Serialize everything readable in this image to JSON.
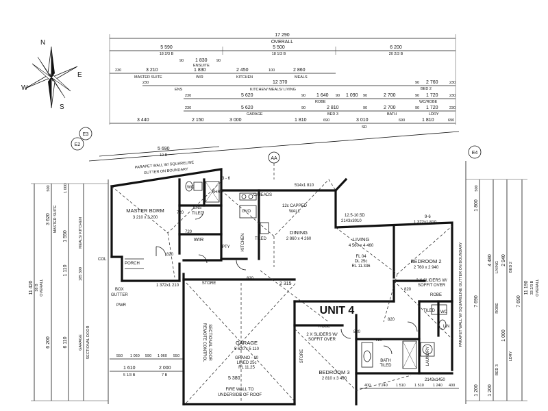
{
  "dimensions_top": {
    "total": "17 290",
    "overall": "OVERALL",
    "left_span": "5 590",
    "left_span_sub": "18 2/3 B",
    "mid_span": "5 500",
    "mid_span_sub": "18 1/3 B",
    "right_span": "6 200",
    "right_span_sub": "20 2/3 B",
    "row3": [
      "230",
      "3 210",
      "90",
      "1 830",
      "90",
      "2 450",
      "100",
      "2 860"
    ],
    "row3_labels": [
      "MASTER SUITE",
      "WIR",
      "ENSUITE",
      "KITCHEN",
      "MEALS"
    ],
    "row4_label": "KITCHEN/ MEALS/ LIVING",
    "row4_value": "12 370",
    "row4_right": [
      "90",
      "2 760",
      "230",
      "BED 2"
    ],
    "row5": [
      "230",
      "5 620",
      "90",
      "1 640",
      "90",
      "1 090",
      "90",
      "2 700",
      "90",
      "1 720",
      "230"
    ],
    "row5_labels": [
      "ENS",
      "ROBE",
      "WC/ROBE"
    ],
    "row6": [
      "230",
      "5 620",
      "90",
      "2 810",
      "90",
      "2 700",
      "90",
      "1 720",
      "230"
    ],
    "row6_labels": [
      "GARAGE",
      "BED 3",
      "BATH",
      "LDRY"
    ],
    "row7": [
      "3 440",
      "2 150",
      "3 000",
      "1 810",
      "690",
      "3 010",
      "690",
      "1 810",
      "690"
    ],
    "row7_label": "SD"
  },
  "compass": {
    "n": "N",
    "s": "S",
    "e": "E",
    "w": "W"
  },
  "markers": {
    "e2": "E2",
    "e3": "E3",
    "e4": "E4",
    "aa": "AA"
  },
  "boundary": {
    "value": "5 690",
    "sub": "19 B",
    "parapet": "PARAPET WALL W/ SQUARELINE",
    "gutter": "GUTTER ON BOUNDARY"
  },
  "rooms": {
    "master": {
      "name": "MASTER BDRM",
      "size": "3 210 x 3 200"
    },
    "ens": {
      "name": "ENS",
      "sub": "TILED"
    },
    "wir": {
      "name": "WIR"
    },
    "shr": "SHR",
    "wc": "WC",
    "kitchen": "KITCHEN",
    "tiled": "TILED",
    "uvo": "UVO",
    "o_heads": "O/HEADS",
    "pty": "PTY",
    "dining": {
      "name": "DINING",
      "size": "2 860 x 4 260"
    },
    "capped": "12c CAPPED",
    "wall": "WALL",
    "living": {
      "name": "LIVING",
      "size": "4 560 x 4 460"
    },
    "living_level": [
      "FL 04",
      "DL 25c",
      "RL 11.336"
    ],
    "bed2": {
      "name": "BEDROOM 2",
      "size": "2 760 x 2 940"
    },
    "bed2_note": [
      "2 X SLIDERS W/",
      "SOFFIT OVER"
    ],
    "robe": "ROBE",
    "tiled2": "TILED",
    "wc2": "WC",
    "lin": "LIN",
    "unit": "UNIT 4",
    "garage": {
      "name": "GARAGE",
      "size": "5 620 x 5 110"
    },
    "garage_level": [
      "GRANO - 10",
      "LINED 25c",
      "RL 11.25"
    ],
    "remote": [
      "REMOTE CONTROL",
      "SECTIONAL DOOR"
    ],
    "store": "STORE",
    "store_v": "STORE",
    "porch": "PORCH",
    "bath": {
      "name": "BATH",
      "sub": "TILED"
    },
    "laundry": "LAUNDRY",
    "bed3": {
      "name": "BEDROOM 3",
      "size": "2 810 x 3 490"
    },
    "robe3": "ROBE",
    "sliders3": [
      "2 X SLIDERS W/",
      "SOFFIT OVER"
    ],
    "fire": [
      "FIRE WALL TO",
      "UNDERSIDE OF ROOF"
    ],
    "box_gutter": "BOX",
    "box_gutter2": "GUTTER",
    "pwr": "PWR",
    "col": "COL",
    "window_codes": [
      "3 - 6",
      "514x1 810",
      "12.5-10.5D",
      "2143x3010",
      "9-6",
      "1 372x1 810",
      "1 372x1 210",
      "2143x1450"
    ],
    "door_codes": [
      "820",
      "820",
      "720",
      "720",
      "820",
      "820",
      "720",
      "820"
    ],
    "dim_2315": "2 315",
    "dim_5380": "5 380"
  },
  "dimensions_left": {
    "overall": "OVERALL",
    "overall_value": "11 420",
    "overall_sub": "38 B",
    "values": [
      "500",
      "3 620",
      "1 000",
      "1 550",
      "1 110",
      "185 300",
      "6 110",
      "6 200"
    ],
    "labels": [
      "MASTER SUITE",
      "MEALS/ KITCHEN",
      "GARAGE",
      "SECTIONAL DOOR"
    ]
  },
  "dimensions_right": {
    "overall": "OVERALL",
    "overall_value": "11 190",
    "overall_sub": "33 2/3 B",
    "values": [
      "500",
      "1 800",
      "4 480",
      "2 940",
      "7 690",
      "1 000",
      "7 690",
      "1 200",
      "1 200"
    ],
    "labels": [
      "LIVING",
      "BED 2",
      "ROBE",
      "LDRY",
      "BED 3"
    ],
    "parapet": "PARAPET WALL W/ SQUARELINE GUTTER ON BOUNDARY"
  },
  "dimensions_bottom": {
    "left": [
      "550",
      "1 060",
      "590",
      "1 060",
      "550"
    ],
    "left2": [
      "1 610",
      "2 000"
    ],
    "left2_sub": [
      "5 1/3 B",
      "7 B"
    ],
    "right": [
      "400",
      "1 240",
      "1 510",
      "1 510",
      "1 240",
      "400"
    ]
  }
}
